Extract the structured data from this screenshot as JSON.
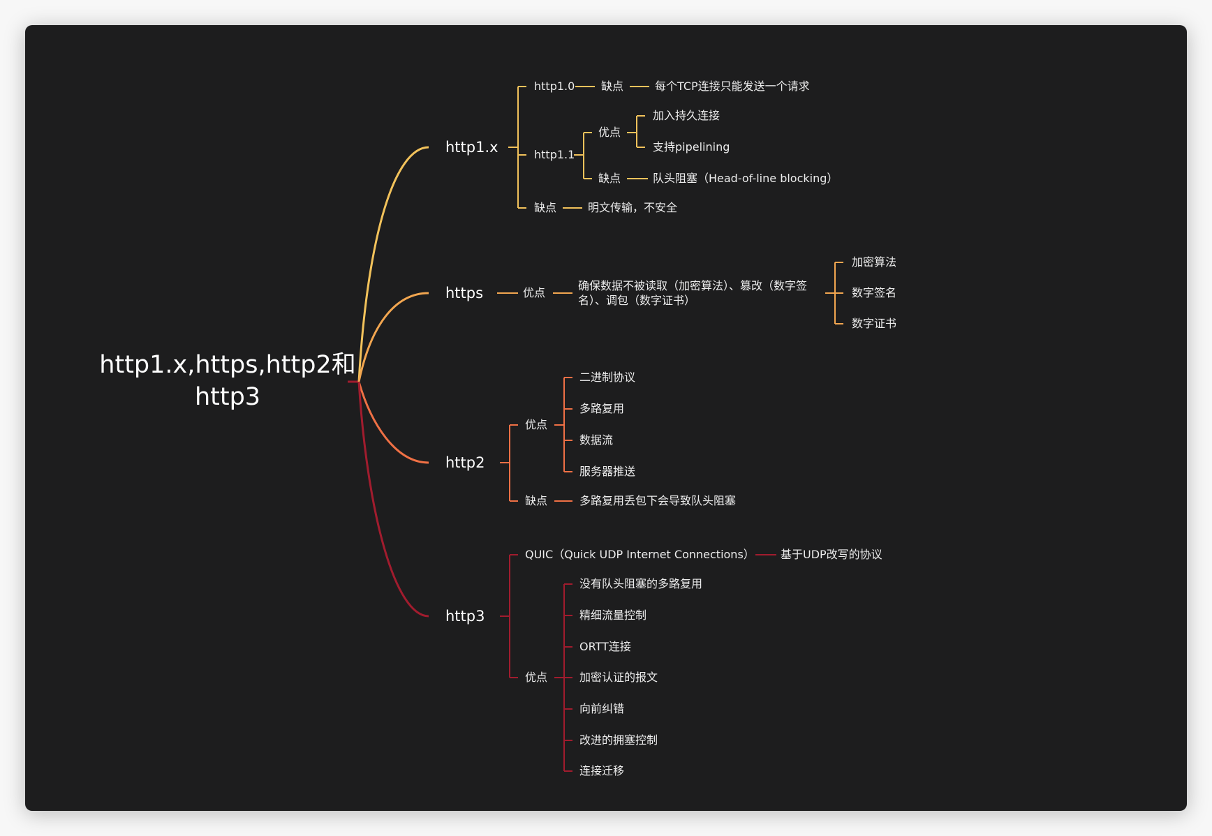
{
  "root": "http1.x,https,http2和http3",
  "colors": {
    "c1": "#f2c25b",
    "c2": "#f2a650",
    "c3": "#ef7045",
    "c4": "#a11c2e"
  },
  "b1": {
    "title": "http1.x",
    "n10": "http1.0",
    "n10_k": "缺点",
    "n10_v": "每个TCP连接只能发送一个请求",
    "n11": "http1.1",
    "n11_p": "优点",
    "n11_p1": "加入持久连接",
    "n11_p2": "支持pipelining",
    "n11_k": "缺点",
    "n11_kv": "队头阻塞（Head-of-line blocking）",
    "k": "缺点",
    "kv": "明文传输，不安全"
  },
  "b2": {
    "title": "https",
    "p": "优点",
    "pv": "确保数据不被读取（加密算法）、篡改（数字签名）、调包（数字证书）",
    "s1": "加密算法",
    "s2": "数字签名",
    "s3": "数字证书"
  },
  "b3": {
    "title": "http2",
    "p": "优点",
    "p1": "二进制协议",
    "p2": "多路复用",
    "p3": "数据流",
    "p4": "服务器推送",
    "k": "缺点",
    "kv": "多路复用丢包下会导致队头阻塞"
  },
  "b4": {
    "title": "http3",
    "q": "QUIC（Quick UDP Internet Connections）",
    "qv": "基于UDP改写的协议",
    "p": "优点",
    "p1": "没有队头阻塞的多路复用",
    "p2": "精细流量控制",
    "p3": "ORTT连接",
    "p4": "加密认证的报文",
    "p5": "向前纠错",
    "p6": "改进的拥塞控制",
    "p7": "连接迁移"
  }
}
